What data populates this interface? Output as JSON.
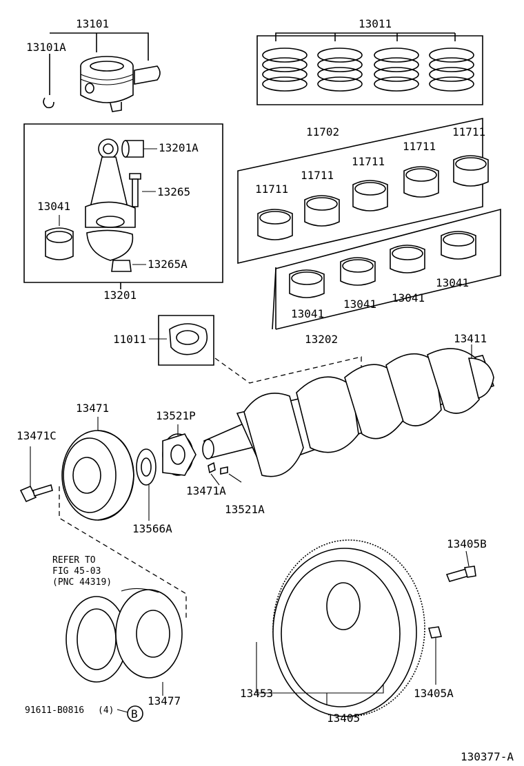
{
  "parts": {
    "piston": "13101",
    "piston_ring_clip": "13101A",
    "piston_ring_set": "13011",
    "crank_bearing_set": "11702",
    "bearing_upper": "11711",
    "connecting_rod_bushing": "13201A",
    "connecting_rod_bolt": "13265",
    "connecting_rod_bearing": "13041",
    "connecting_rod_nut": "13265A",
    "connecting_rod_assy": "13201",
    "crank_bearing_lower_set": "13202",
    "thrust_washer": "11011",
    "crankshaft": "13411",
    "crank_pulley": "13471",
    "crank_pulley_bolt": "13471C",
    "timing_gear": "13521P",
    "pulley_key": "13471A",
    "gear_key": "13521A",
    "washer": "13566A",
    "flywheel_bolt": "13405B",
    "flywheel_sub": "13453",
    "flywheel_assy": "13405",
    "flywheel_pin": "13405A",
    "damper_pulley": "13477",
    "pulley_bolt": "91611-B0816",
    "pulley_bolt_qty": "(4)",
    "ref_marker": "B"
  },
  "refer_note": {
    "line1": "REFER TO",
    "line2": "FIG 45-03",
    "line3": "(PNC 44319)"
  },
  "figure_code": "130377-A"
}
